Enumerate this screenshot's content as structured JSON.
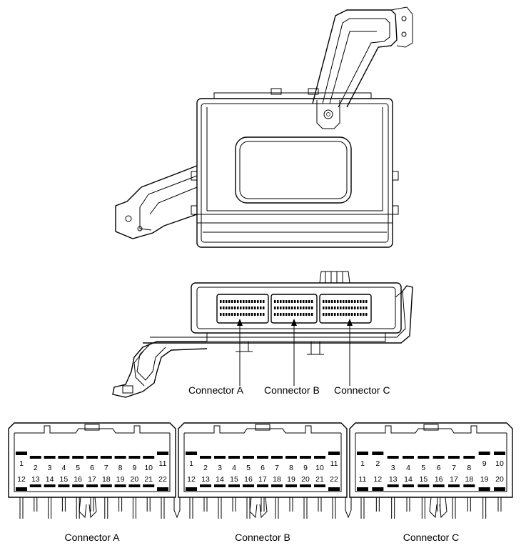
{
  "callouts": {
    "a": "Connector A",
    "b": "Connector B",
    "c": "Connector C"
  },
  "connectors": [
    {
      "label": "Connector A",
      "top_row": [
        "1",
        "2",
        "3",
        "4",
        "5",
        "6",
        "7",
        "8",
        "9",
        "10",
        "11"
      ],
      "bottom_row": [
        "12",
        "13",
        "14",
        "15",
        "16",
        "17",
        "18",
        "19",
        "20",
        "21",
        "22"
      ]
    },
    {
      "label": "Connector B",
      "top_row": [
        "1",
        "2",
        "3",
        "4",
        "5",
        "6",
        "7",
        "8",
        "9",
        "10",
        "11"
      ],
      "bottom_row": [
        "12",
        "13",
        "14",
        "15",
        "16",
        "17",
        "18",
        "19",
        "20",
        "21",
        "22"
      ]
    },
    {
      "label": "Connector C",
      "top_row": [
        "1",
        "2",
        "3",
        "4",
        "5",
        "6",
        "7",
        "8",
        "9",
        "10"
      ],
      "bottom_row": [
        "11",
        "12",
        "13",
        "14",
        "15",
        "16",
        "17",
        "18",
        "19",
        "20"
      ]
    }
  ],
  "colors": {
    "line": "#000000",
    "background": "#ffffff"
  }
}
